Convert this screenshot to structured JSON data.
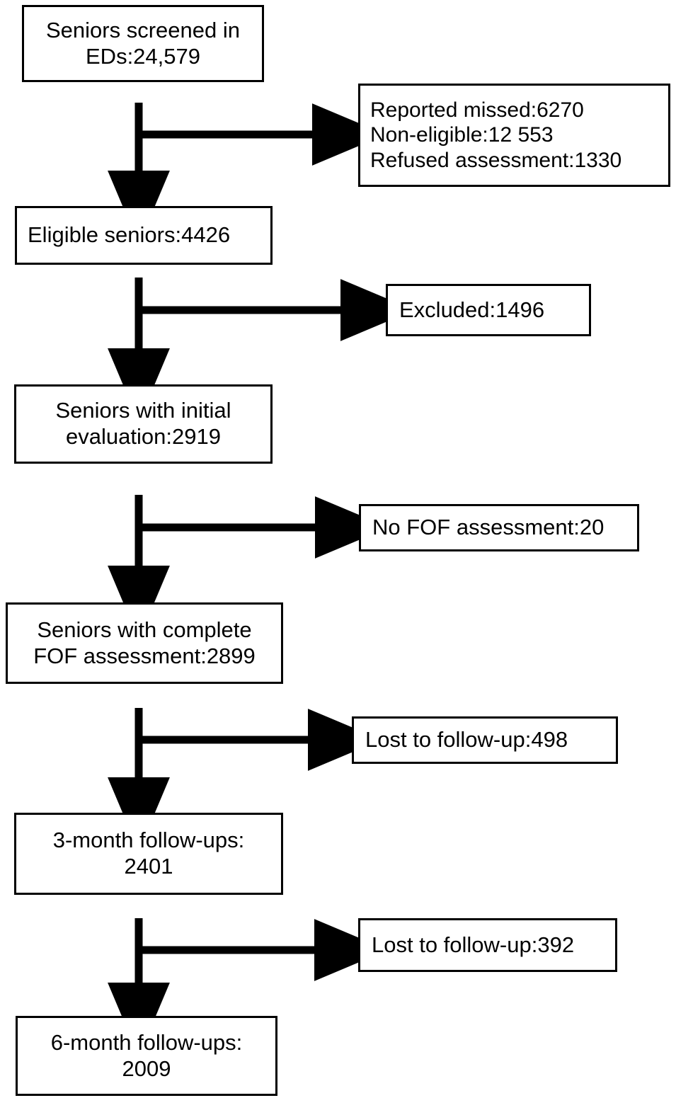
{
  "diagram": {
    "type": "participant-flow-diagram",
    "title": "",
    "stroke_color": "#000000",
    "background_color": "#ffffff",
    "nodes": [
      {
        "id": "screened",
        "label": "Seniors screened in\nEDs:24,579",
        "count": 24579,
        "kind": "primary"
      },
      {
        "id": "excluded-top",
        "label": "Reported missed:6270\nNon-eligible:12 553\nRefused assessment:1330",
        "kind": "exclusion"
      },
      {
        "id": "eligible",
        "label": "Eligible seniors:4426",
        "count": 4426,
        "kind": "primary"
      },
      {
        "id": "excluded",
        "label": "Excluded:1496",
        "count": 1496,
        "kind": "exclusion"
      },
      {
        "id": "initial-eval",
        "label": "Seniors with initial\nevaluation:2919",
        "count": 2919,
        "kind": "primary"
      },
      {
        "id": "no-fof",
        "label": "No FOF assessment:20",
        "count": 20,
        "kind": "exclusion"
      },
      {
        "id": "complete-fof",
        "label": "Seniors with complete\nFOF assessment:2899",
        "count": 2899,
        "kind": "primary"
      },
      {
        "id": "lost-1",
        "label": "Lost to follow-up:498",
        "count": 498,
        "kind": "exclusion"
      },
      {
        "id": "followup-3mo",
        "label": "3-month follow-ups:\n2401",
        "count": 2401,
        "kind": "primary"
      },
      {
        "id": "lost-2",
        "label": "Lost to follow-up:392",
        "count": 392,
        "kind": "exclusion"
      },
      {
        "id": "followup-6mo",
        "label": "6-month follow-ups:\n2009",
        "count": 2009,
        "kind": "primary"
      }
    ]
  }
}
